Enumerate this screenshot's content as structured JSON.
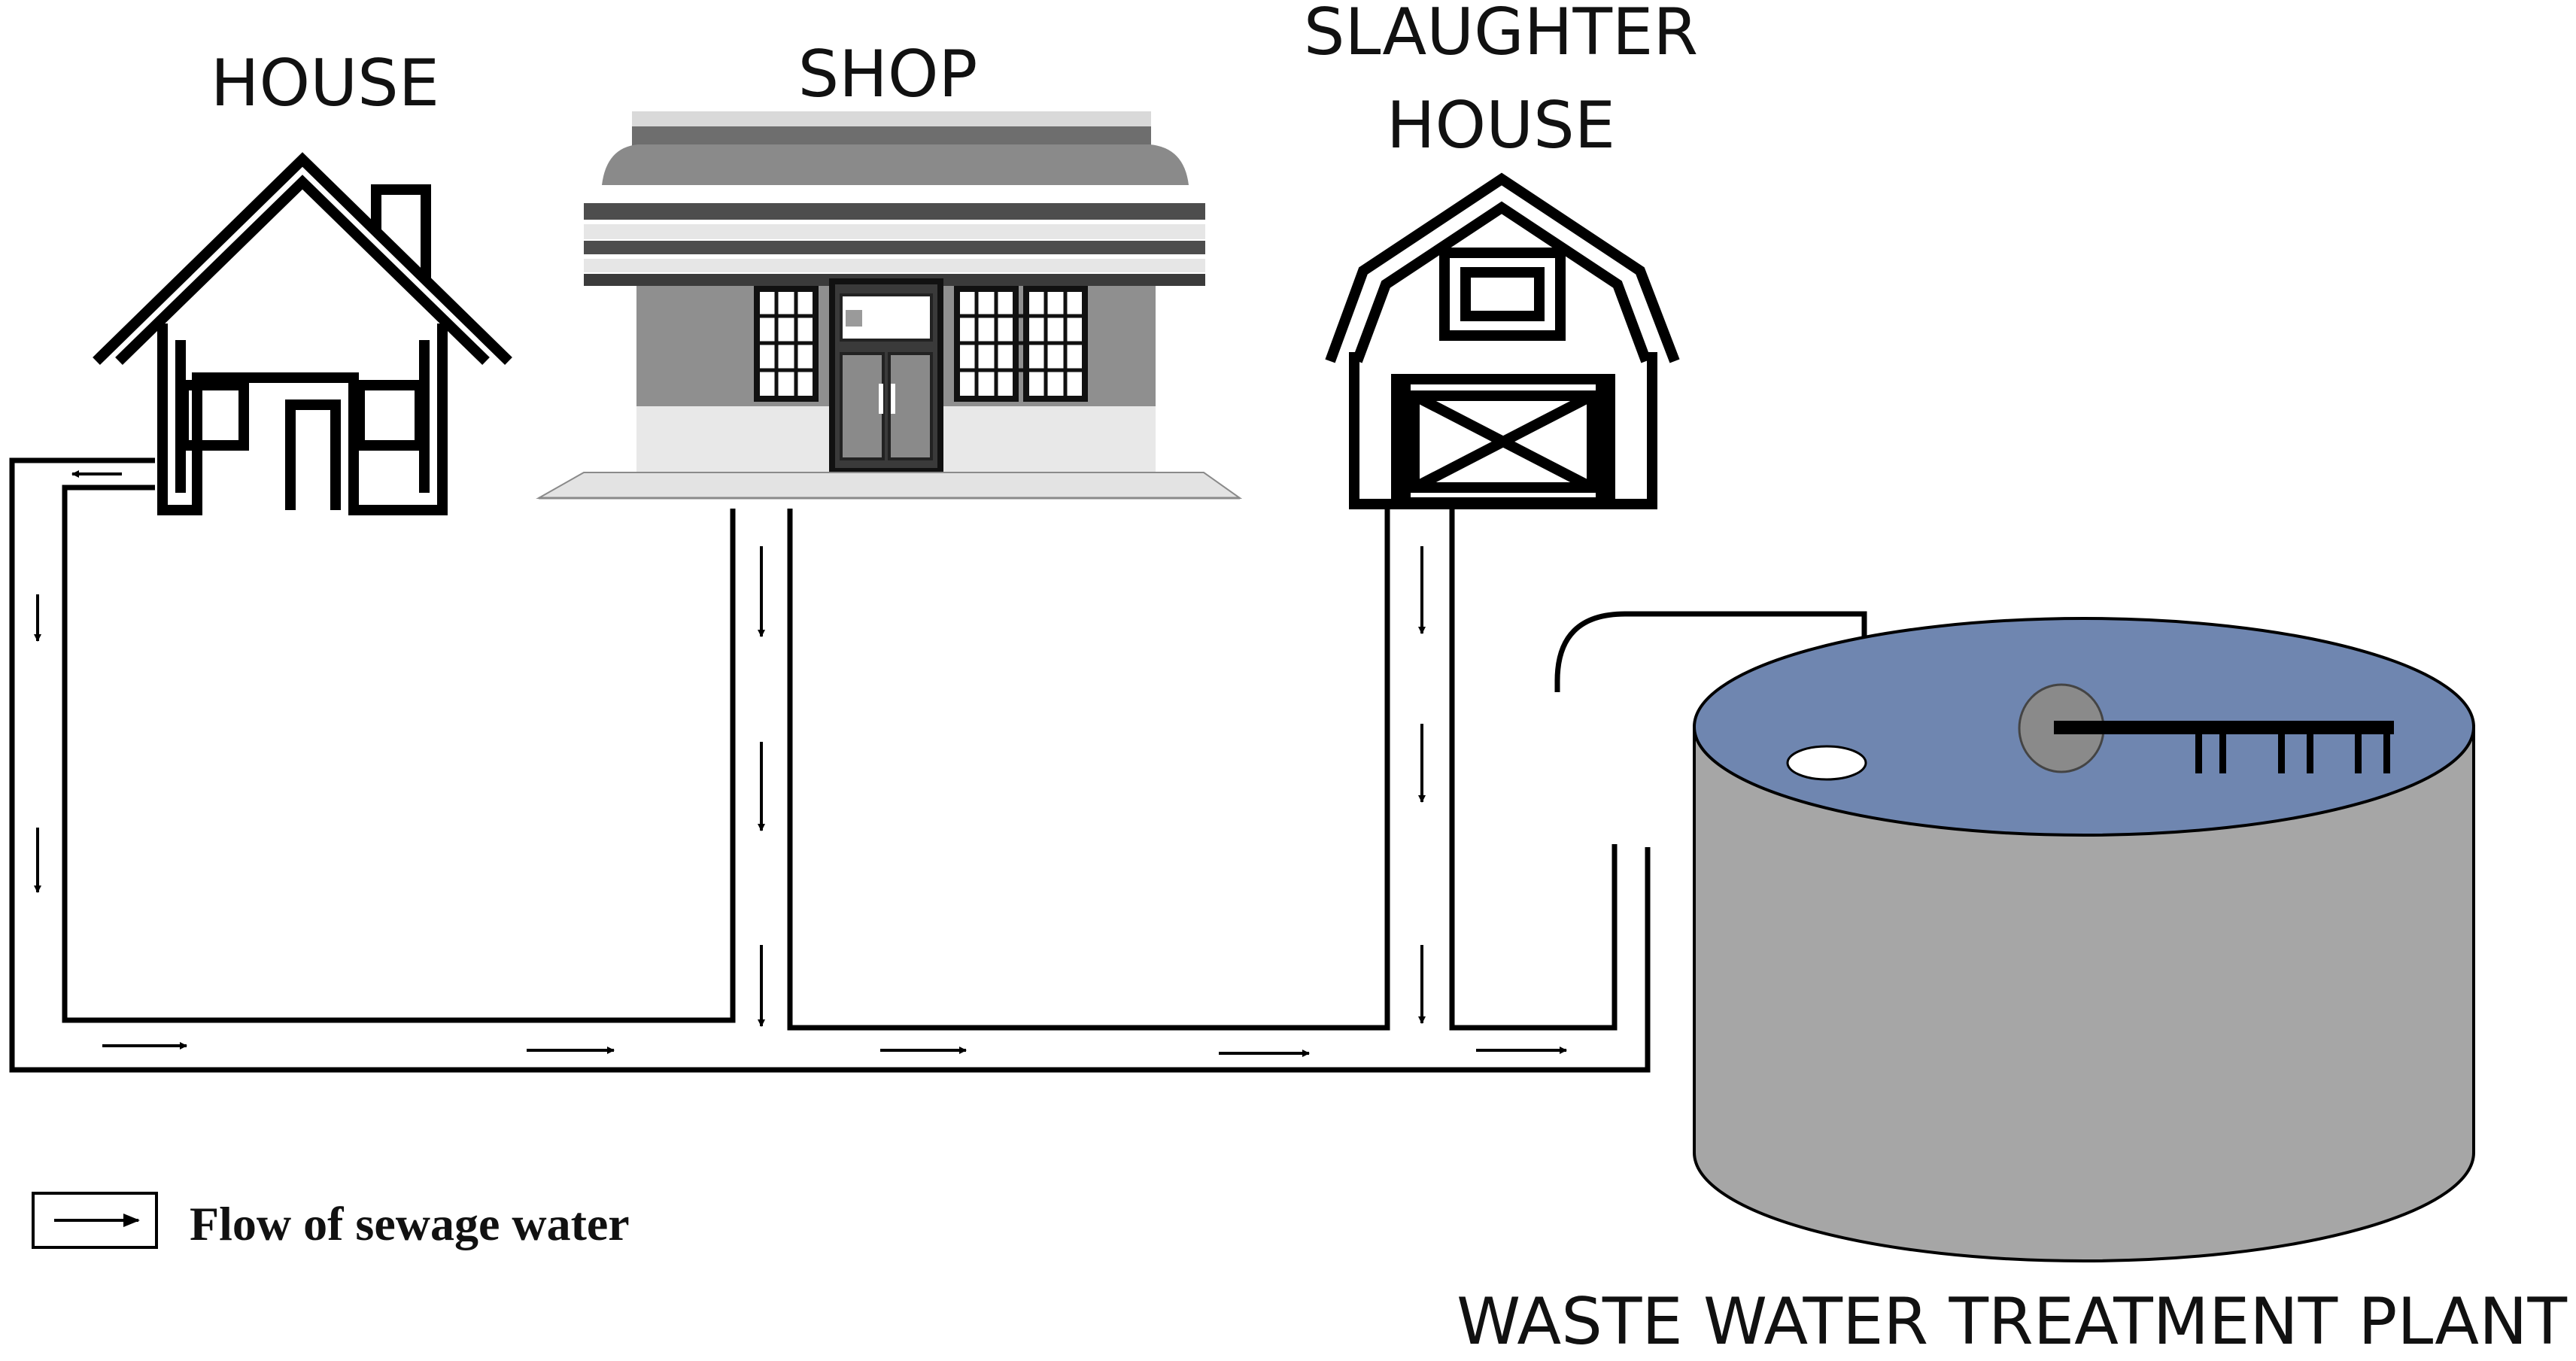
{
  "nodes": {
    "house": {
      "label": "HOUSE",
      "icon": "house-icon"
    },
    "shop": {
      "label": "SHOP",
      "icon": "shop-icon"
    },
    "slaughter_house": {
      "label_line1": "SLAUGHTER",
      "label_line2": "HOUSE",
      "icon": "barn-icon"
    },
    "plant": {
      "label": "WASTE WATER TREATMENT PLANT",
      "icon": "treatment-tank-icon"
    }
  },
  "legend": {
    "label": "Flow of sewage water",
    "icon": "arrow-right-icon"
  },
  "colors": {
    "pipe": "#000000",
    "tank_top": "#6f86b0",
    "tank_body": "#a6a6a6",
    "shop_gray": "#7a7a7a",
    "background": "#ffffff"
  },
  "edges": [
    {
      "from": "house",
      "to": "plant"
    },
    {
      "from": "shop",
      "to": "plant"
    },
    {
      "from": "slaughter_house",
      "to": "plant"
    }
  ]
}
